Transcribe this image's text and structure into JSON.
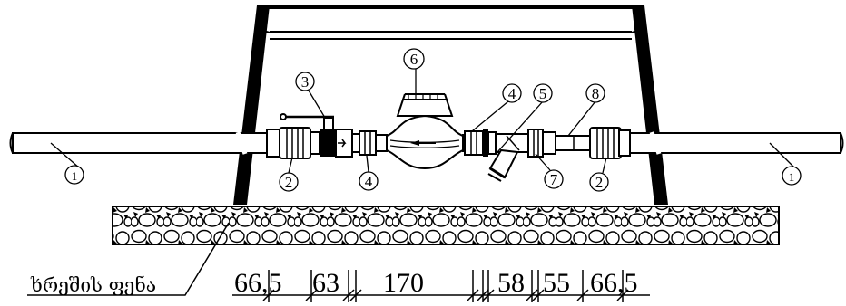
{
  "callouts": {
    "pipe": "1",
    "coupling": "2",
    "ball_valve": "3",
    "union": "4",
    "gasket": "5",
    "water_meter": "6",
    "strainer": "7",
    "check_valve": "8"
  },
  "layer_label": "ხრეშის ფენა",
  "dimensions": [
    "66,5",
    "63",
    "170",
    "58",
    "55",
    "66,5"
  ]
}
